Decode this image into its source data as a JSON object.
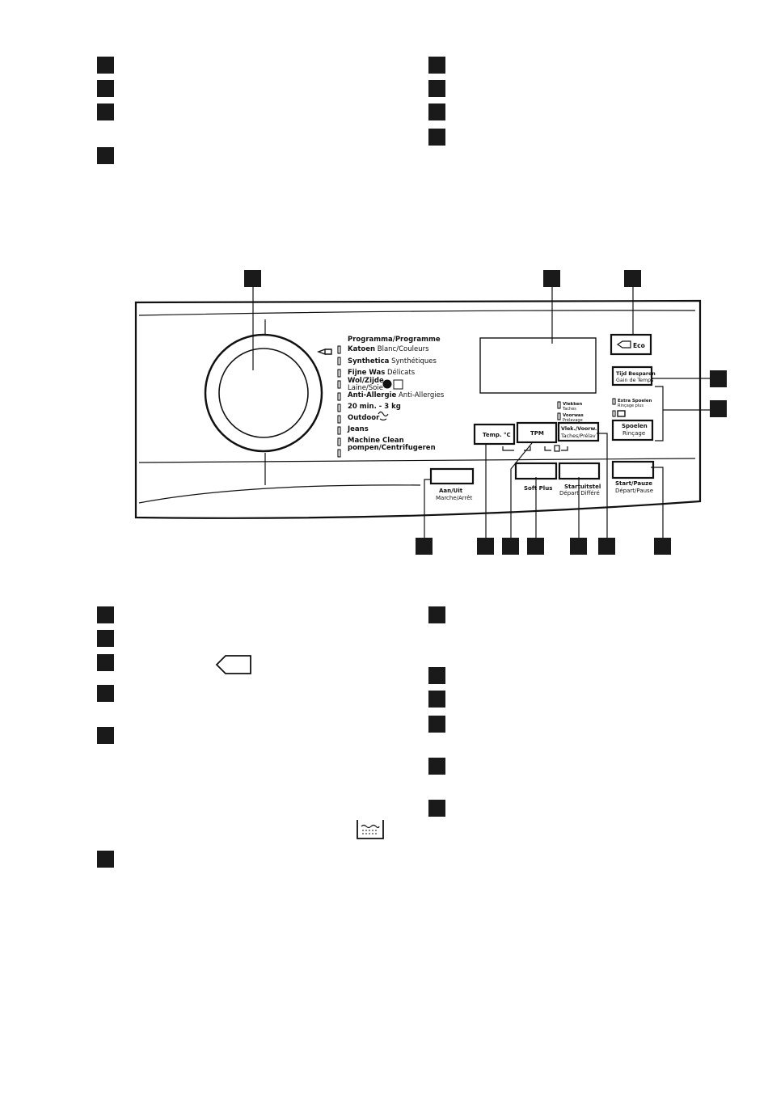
{
  "panel": {
    "programme_header": "Programma/Programme",
    "programmes": [
      {
        "nl": "Katoen",
        "fr": "Blanc/Couleurs"
      },
      {
        "nl": "Synthetica",
        "fr": "Synthétiques"
      },
      {
        "nl": "Fijne Was",
        "fr": "Délicats"
      },
      {
        "nl": "Wol/Zijde",
        "fr": "Laine/Soie"
      },
      {
        "nl": "Anti-Allergie",
        "fr": "Anti-Allergies"
      },
      {
        "nl": "20 min. - 3 kg",
        "fr": ""
      },
      {
        "nl": "Outdoor",
        "fr": ""
      },
      {
        "nl": "Jeans",
        "fr": ""
      },
      {
        "nl": "Machine Clean",
        "fr": ""
      },
      {
        "nl": "pompen/Centrifugeren",
        "fr": ""
      }
    ],
    "buttons": {
      "eco": "Eco",
      "tijd_besparen": "Tijd Besparen",
      "gain_de_temps": "Gain de Temps",
      "temp": "Temp. °C",
      "tpm": "TPM",
      "vlek_voorw": "Vlek./Voorw.",
      "taches_prelav": "Taches/Prélav",
      "spoelen": "Spoelen",
      "rincage": "Rinçage",
      "aan_uit": "Aan/Uit",
      "marche_arret": "Marche/Arrêt",
      "soft_plus": "Soft Plus",
      "startuitstel": "Startuitstel",
      "depart_differe": "Départ Différé",
      "start_pauze": "Start/Pauze",
      "depart_pause": "Départ/Pause"
    },
    "indicators": {
      "vlekken": "Vlekken",
      "taches": "Taches",
      "voorwas": "Voorwas",
      "prelavage": "Prélavage",
      "extra_spoelen": "Extra Spoelen",
      "rincage_plus": "Rinçage plus"
    }
  }
}
